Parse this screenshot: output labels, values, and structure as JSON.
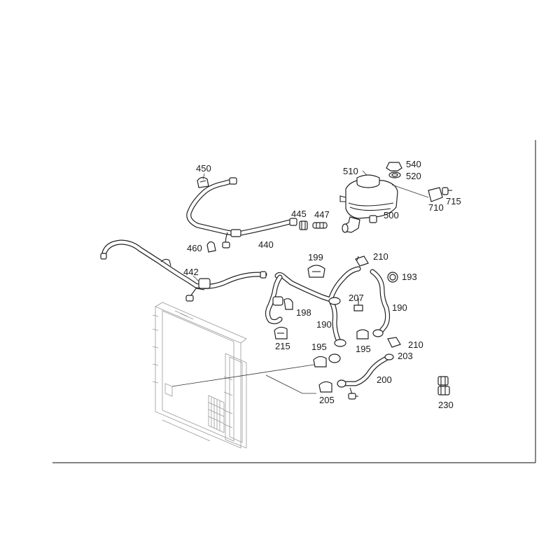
{
  "labels": {
    "p450": "450",
    "p445": "445",
    "p447": "447",
    "p440": "440",
    "p460": "460",
    "p442": "442",
    "p510": "510",
    "p540": "540",
    "p520": "520",
    "p715": "715",
    "p710": "710",
    "p500": "500",
    "p199": "199",
    "p210a": "210",
    "p193": "193",
    "p207": "207",
    "p198": "198",
    "p190a": "190",
    "p190b": "190",
    "p215": "215",
    "p195a": "195",
    "p195b": "195",
    "p210b": "210",
    "p203": "203",
    "p200": "200",
    "p205": "205",
    "p230": "230"
  }
}
